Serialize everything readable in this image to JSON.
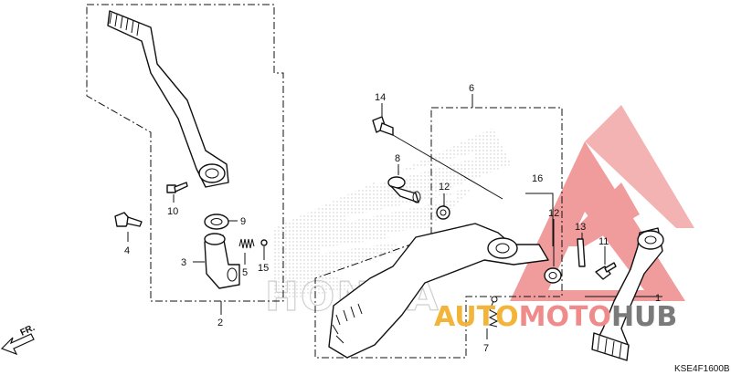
{
  "diagram_code": "KSE4F1600B",
  "direction_label": "FR.",
  "watermark": {
    "part_a": "AUTO",
    "part_b": "MOTO",
    "part_c": "HUB"
  },
  "background_logo": "HONDA",
  "callouts": [
    {
      "id": "1",
      "label": "1"
    },
    {
      "id": "2",
      "label": "2"
    },
    {
      "id": "3",
      "label": "3"
    },
    {
      "id": "4",
      "label": "4"
    },
    {
      "id": "5",
      "label": "5"
    },
    {
      "id": "6",
      "label": "6"
    },
    {
      "id": "7",
      "label": "7"
    },
    {
      "id": "8",
      "label": "8"
    },
    {
      "id": "9",
      "label": "9"
    },
    {
      "id": "10",
      "label": "10"
    },
    {
      "id": "11",
      "label": "11"
    },
    {
      "id": "12a",
      "label": "12"
    },
    {
      "id": "12b",
      "label": "12"
    },
    {
      "id": "13",
      "label": "13"
    },
    {
      "id": "14",
      "label": "14"
    },
    {
      "id": "15",
      "label": "15"
    },
    {
      "id": "16",
      "label": "16"
    }
  ]
}
